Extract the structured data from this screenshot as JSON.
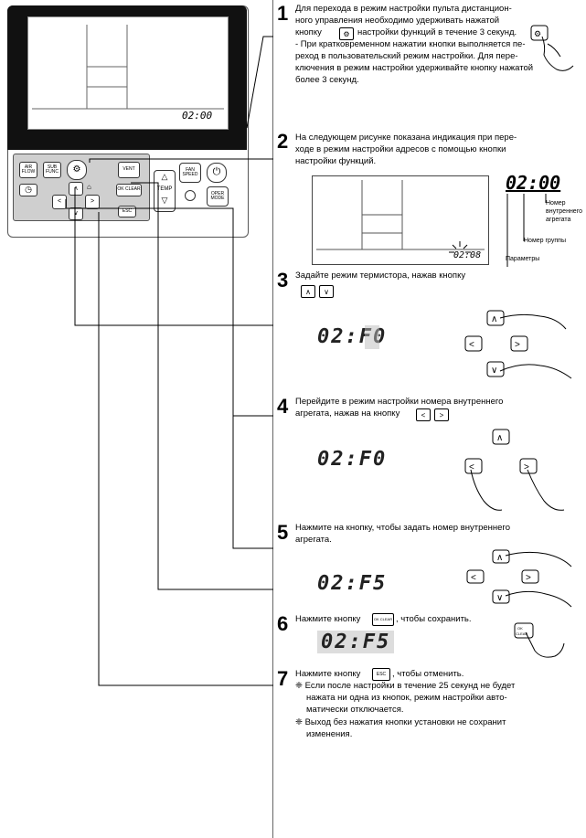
{
  "remote": {
    "lcd_time": "02:00",
    "btn_airflow": "AIR FLOW",
    "btn_subfunc": "SUB FUNC",
    "btn_vent": "VENT",
    "btn_fanspeed": "FAN SPEED",
    "btn_ok": "OK CLEAR",
    "btn_esc": "ESC",
    "btn_opermode": "OPER MODE",
    "temp_label": "TEMP"
  },
  "steps": [
    {
      "number": "1",
      "lines": [
        "Для перехода в режим настройки пульта дистанцион-",
        "ного управления необходимо удерживать нажатой",
        "кнопку",
        "настройки функций в течение 3 секунд.",
        "- При кратковременном нажатии кнопки выполняется пе-",
        "реход в пользовательский режим настройки. Для пере-",
        "ключения в режим настройки удерживайте кнопку нажатой",
        "более 3 секунд."
      ]
    },
    {
      "number": "2",
      "lines": [
        "На следующем рисунке показана индикация при пере-",
        "ходе в режим настройки адресов с помощью кнопки",
        "настройки функций."
      ],
      "code_big": "02:00",
      "lcd_code": "02:08",
      "label_indoor": [
        "Номер",
        "внутреннего",
        "агрегата"
      ],
      "label_group": "Номер группы",
      "label_params": "Параметры"
    },
    {
      "number": "3",
      "lines": [
        "Задайте режим термистора, нажав кнопку"
      ],
      "code": "02:F0"
    },
    {
      "number": "4",
      "lines": [
        "Перейдите в режим настройки номера внутреннего",
        "агрегата, нажав на кнопку"
      ],
      "code": "02:F0"
    },
    {
      "number": "5",
      "lines": [
        "Нажмите на кнопку, чтобы задать номер внутреннего",
        "агрегата."
      ],
      "code": "02:F5"
    },
    {
      "number": "6",
      "lines": [
        "Нажмите кнопку",
        ", чтобы сохранить."
      ],
      "code": "02:F5",
      "btn_label": "OK CLEAR"
    },
    {
      "number": "7",
      "lines": [
        "Нажмите кнопку",
        ", чтобы отменить.",
        "❈ Если после настройки в течение 25 секунд не будет",
        "нажата ни одна из кнопок, режим настройки авто-",
        "матически отключается.",
        "❈ Выход без нажатия кнопки установки не сохранит",
        "изменения."
      ],
      "btn_label": "ESC"
    }
  ]
}
